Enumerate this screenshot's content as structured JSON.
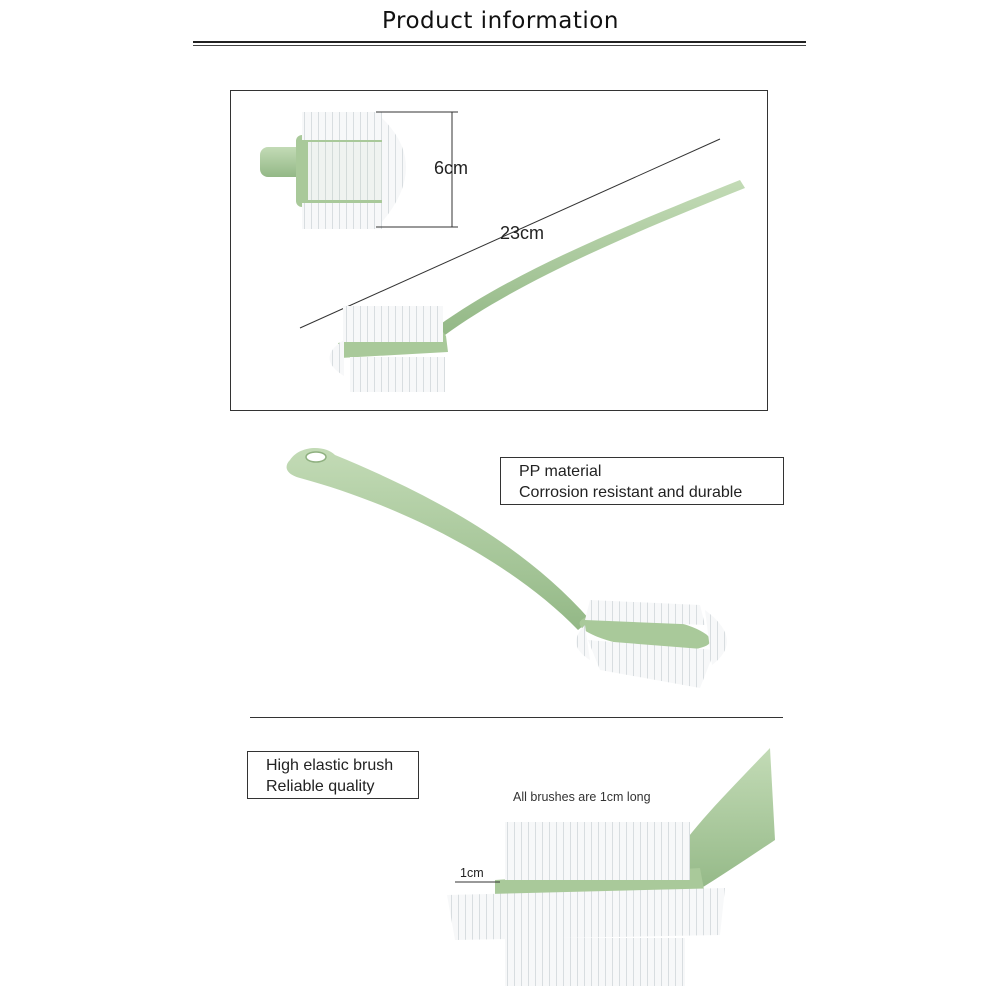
{
  "header": {
    "title": "Product information"
  },
  "dimensions": {
    "head_height": "6cm",
    "total_length": "23cm",
    "bristle_length": "1cm"
  },
  "features": [
    {
      "lines": [
        "PP material",
        "Corrosion resistant and durable"
      ]
    },
    {
      "lines": [
        "High elastic brush",
        "Reliable quality"
      ]
    }
  ],
  "notes": {
    "bristles": "All brushes are 1cm long"
  },
  "colors": {
    "handle": "#a9c99a",
    "bristle": "#f4f6f7",
    "outline": "#333333"
  }
}
